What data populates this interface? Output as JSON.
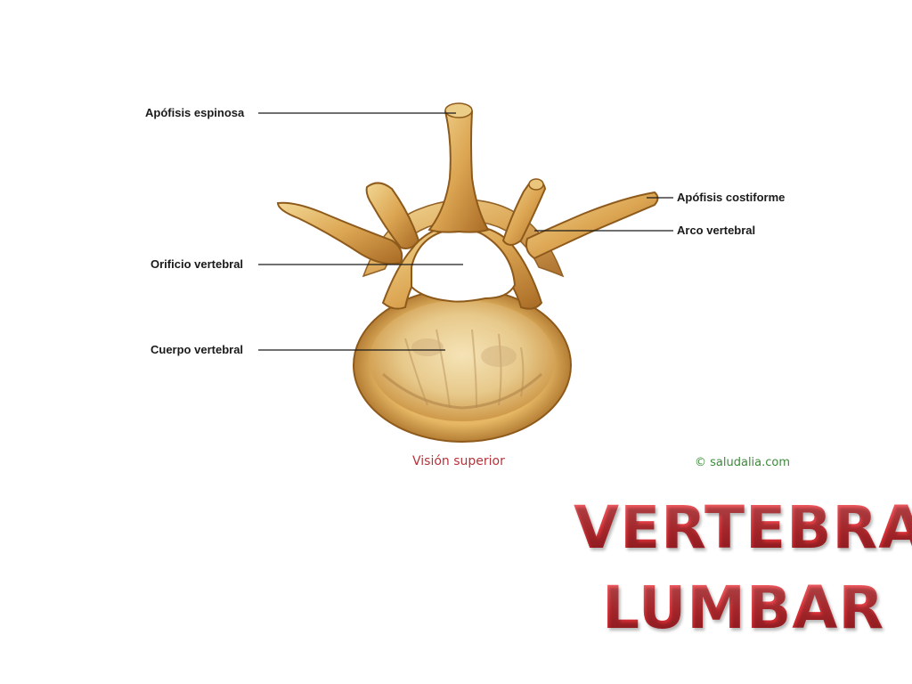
{
  "labels": {
    "spinous_process": "Apófisis espinosa",
    "costiform_process": "Apófisis costiforme",
    "vertebral_arch": "Arco vertebral",
    "vertebral_foramen": "Orificio vertebral",
    "vertebral_body": "Cuerpo vertebral"
  },
  "caption": "Visión superior",
  "credit": "© saludalia.com",
  "title": {
    "line1": "VERTEBRA",
    "line2": "LUMBAR"
  },
  "colors": {
    "bone_light": "#f4dc9a",
    "bone_mid": "#d9a24a",
    "bone_dark": "#9c6220",
    "title_red": "#e0343a",
    "caption_red": "#b5343c",
    "credit_green": "#3d8a3a"
  }
}
